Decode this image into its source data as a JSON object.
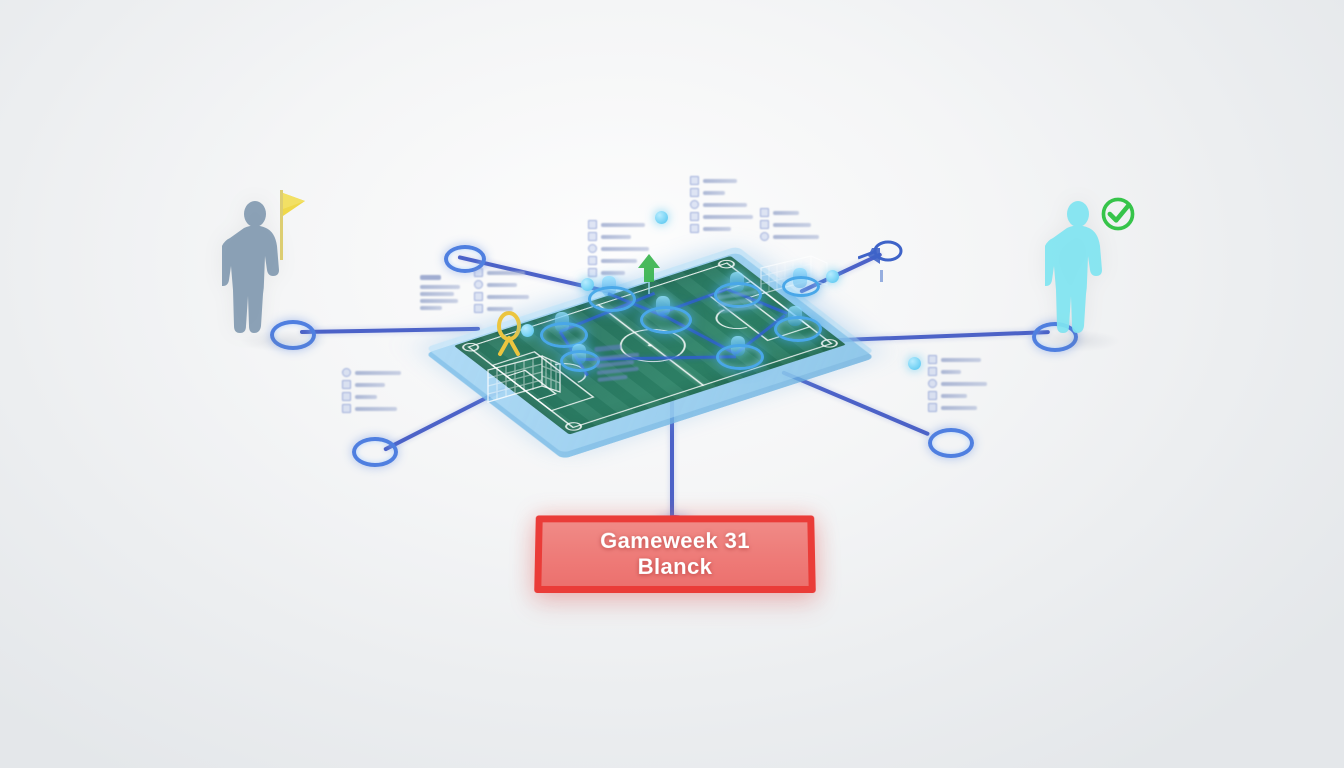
{
  "scene": {
    "title": "Fantasy football gameweek blank pitch infographic",
    "background_color": "#eef0f2"
  },
  "banner": {
    "line1": "Gameweek 31",
    "line2": "Blanck",
    "fill_color": "#ee7b78",
    "border_color": "#ea3c38",
    "text_color": "#ffffff"
  },
  "figures": [
    {
      "name": "unavailable-player-silhouette",
      "color": "#7d96ad",
      "marker": "flag-icon",
      "marker_color": "#efd84a"
    },
    {
      "name": "available-player-silhouette",
      "color": "#7fe4f0",
      "marker": "check-circle-icon",
      "marker_color": "#36c44a"
    }
  ],
  "pitch": {
    "name": "isometric-soccer-pitch",
    "surface_color": "#2e8468",
    "slab_color": "#8ac6ec",
    "line_color": "#ffffff",
    "node_color": "#49a7e8",
    "link_color": "#2f5fd0",
    "markers": [
      {
        "name": "green-arrow-marker",
        "color": "#35b34a"
      },
      {
        "name": "yellow-ring-marker",
        "color": "#ecc53f"
      },
      {
        "name": "blue-pin-marker",
        "color": "#3e63c8"
      }
    ]
  },
  "connectors": {
    "line_color": "#3e56c4",
    "ring_color": "#4f7fe0",
    "count": 6
  },
  "panels": [
    {
      "name": "stats-panel-top-left",
      "rows": 4
    },
    {
      "name": "stats-panel-left",
      "rows": 4
    },
    {
      "name": "stats-panel-top-center",
      "rows": 5
    },
    {
      "name": "stats-panel-top-right",
      "rows": 3
    },
    {
      "name": "stats-panel-bottom-left",
      "rows": 4
    },
    {
      "name": "stats-panel-bottom-right",
      "rows": 4
    },
    {
      "name": "stats-panel-pitch-center",
      "rows": 4
    }
  ]
}
